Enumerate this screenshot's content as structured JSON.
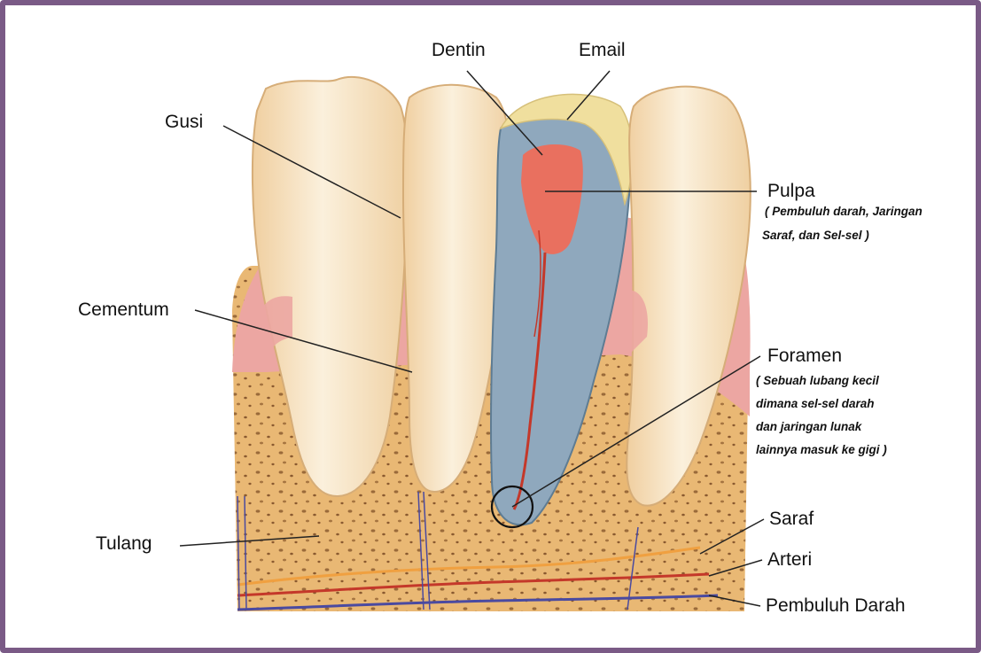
{
  "labels": {
    "dentin": "Dentin",
    "email": "Email",
    "gusi": "Gusi",
    "pulpa": "Pulpa",
    "pulpa_note_1": "( Pembuluh darah, Jaringan",
    "pulpa_note_2": "Saraf, dan Sel-sel )",
    "cementum": "Cementum",
    "foramen": "Foramen",
    "foramen_note_1": "( Sebuah lubang kecil",
    "foramen_note_2": "dimana sel-sel darah",
    "foramen_note_3": "dan jaringan lunak",
    "foramen_note_4": "lainnya masuk ke gigi )",
    "tulang": "Tulang",
    "saraf": "Saraf",
    "arteri": "Arteri",
    "pembuluh_darah": "Pembuluh Darah"
  },
  "colors": {
    "frame": "#7a5a86",
    "tooth_enamel": "#f4dcb6",
    "gum": "#eda6a2",
    "bone": "#e8b774",
    "dentin": "#8fa8bd",
    "pulp": "#e9705f",
    "email": "#f0df9e",
    "nerve": "#f0a040",
    "artery": "#c4382a",
    "vein": "#4a4aa0"
  }
}
